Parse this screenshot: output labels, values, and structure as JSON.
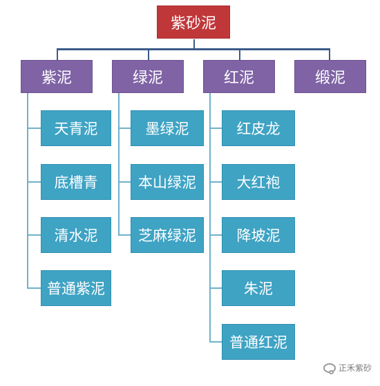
{
  "root": {
    "label": "紫砂泥"
  },
  "categories": [
    {
      "label": "紫泥",
      "children": [
        "天青泥",
        "底槽青",
        "清水泥",
        "普通紫泥"
      ]
    },
    {
      "label": "绿泥",
      "children": [
        "墨绿泥",
        "本山绿泥",
        "芝麻绿泥"
      ]
    },
    {
      "label": "红泥",
      "children": [
        "红皮龙",
        "大红袍",
        "降坡泥",
        "朱泥",
        "普通红泥"
      ]
    },
    {
      "label": "缎泥",
      "children": []
    }
  ],
  "watermark": {
    "text": "正禾紫砂",
    "icon": "wechat-icon"
  }
}
